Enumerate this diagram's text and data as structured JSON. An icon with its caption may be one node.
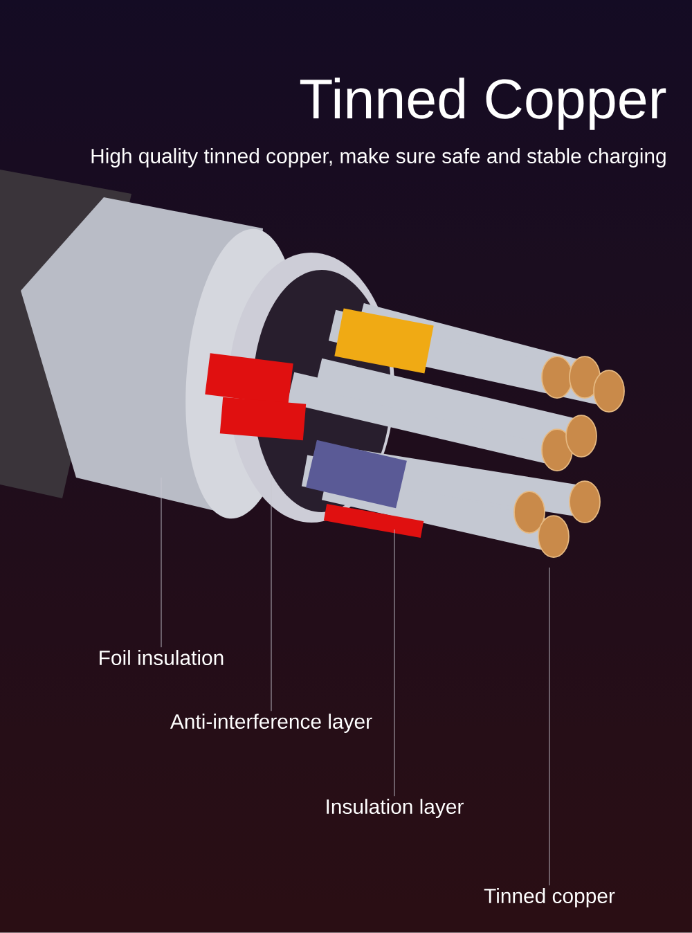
{
  "diagram": {
    "title": "Tinned Copper",
    "nodes": [
      {
        "text": [
          "Foil insulation"
        ]
      },
      {
        "text": [
          "Anti-interference layer"
        ]
      },
      {
        "text": [
          "Insulation layer"
        ]
      },
      {
        "text": [
          "Tinned copper"
        ]
      }
    ],
    "edges": [
      {
        "from": 0,
        "to": null,
        "arrow": "none"
      },
      {
        "from": 1,
        "to": null,
        "arrow": "none"
      },
      {
        "from": 2,
        "to": null,
        "arrow": "none"
      },
      {
        "from": 3,
        "to": null,
        "arrow": "none"
      }
    ],
    "labels": [
      "High quality tinned copper, make sure safe and stable charging"
    ]
  }
}
